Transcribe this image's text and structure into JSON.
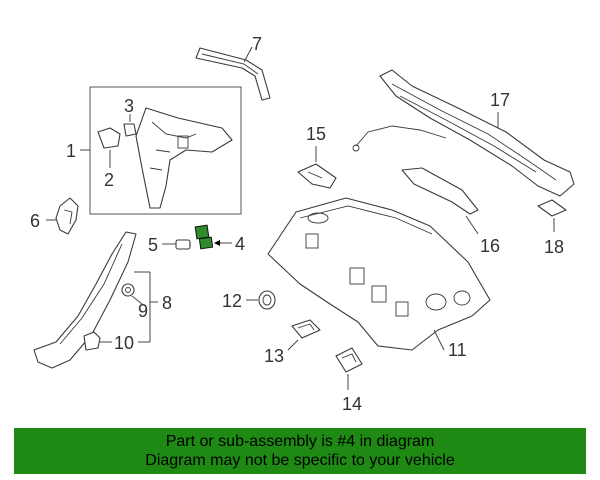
{
  "callouts": {
    "c1": "1",
    "c2": "2",
    "c3": "3",
    "c4": "4",
    "c5": "5",
    "c6": "6",
    "c7": "7",
    "c8": "8",
    "c9": "9",
    "c10": "10",
    "c11": "11",
    "c12": "12",
    "c13": "13",
    "c14": "14",
    "c15": "15",
    "c16": "16",
    "c17": "17",
    "c18": "18"
  },
  "highlight_part": "4",
  "colors": {
    "banner": "#1e8a14",
    "highlight": "#2e8b2e",
    "line": "#3a3a3a"
  },
  "banner": {
    "line1": "Part or sub-assembly is #4 in diagram",
    "line2": "Diagram may not be specific to your vehicle"
  }
}
